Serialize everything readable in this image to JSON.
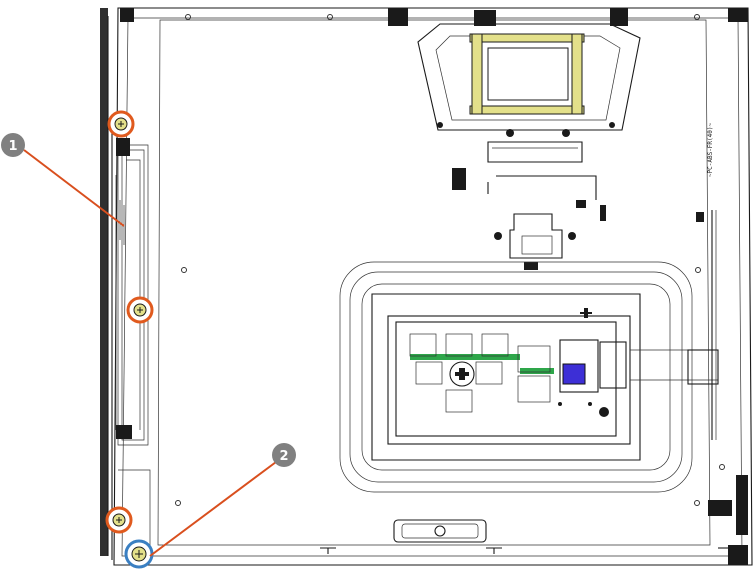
{
  "diagram": {
    "side_panel_text": "~PC-ABS-FR(40)~",
    "callouts": [
      {
        "number": "1"
      },
      {
        "number": "2"
      }
    ],
    "colors": {
      "callout_fill": "#808080",
      "leader_line": "#d94f1e",
      "screw_ring_1": "#e05a1e",
      "screw_ring_2": "#3a7fc2",
      "yellow_frame": "#e3e08a",
      "green_contacts": "#2ea64a",
      "blue_connector": "#3d2fd6"
    }
  }
}
